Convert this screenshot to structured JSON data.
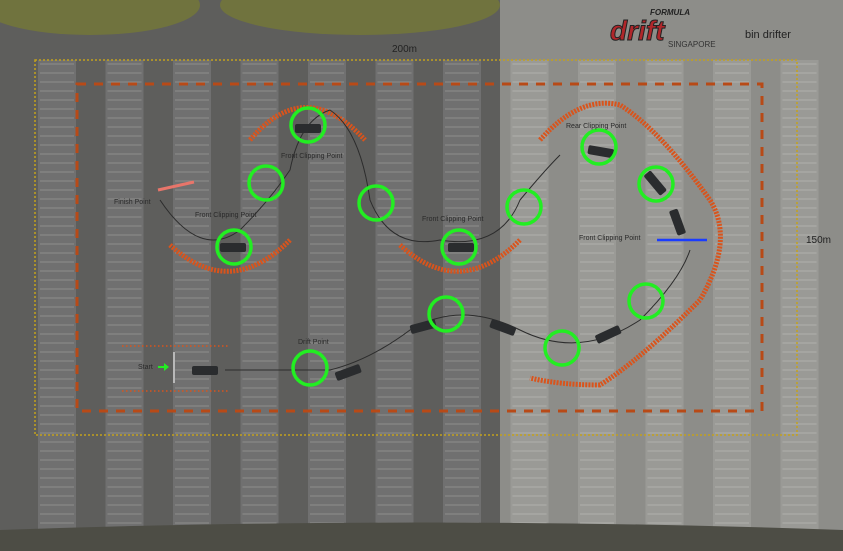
{
  "logo": {
    "formula": "FORMULA",
    "drift": "drift",
    "country": "SINGAPORE",
    "partner": "bin drifter"
  },
  "dimensions": {
    "width": "200m",
    "height": "150m"
  },
  "labels": {
    "finish": "Finish Point",
    "start": "Start",
    "drift": "Drift Point",
    "front_clip_top": "Front Clipping Point",
    "front_clip_left": "Front Clipping Point",
    "front_clip_mid": "Front Clipping Point",
    "front_clip_right": "Front Clipping Point",
    "rear_clip": "Rear Clipping Point"
  },
  "colors": {
    "zone": "#22ee22",
    "cone": "#d9541c",
    "finish_line": "#e8756a",
    "clip_line": "#1a3cff",
    "boundary": "#c4a21c"
  }
}
